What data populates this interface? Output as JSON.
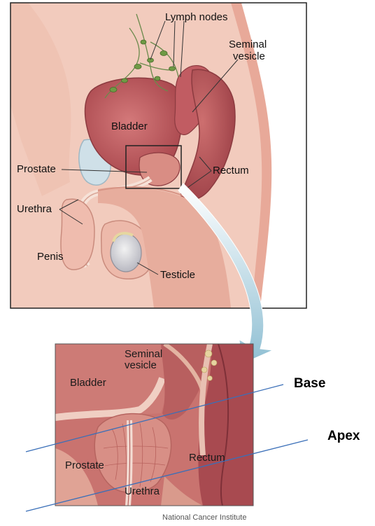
{
  "top_panel": {
    "labels": {
      "lymph_nodes": "Lymph nodes",
      "seminal_vesicle_line1": "Seminal",
      "seminal_vesicle_line2": "vesicle",
      "bladder": "Bladder",
      "prostate": "Prostate",
      "rectum": "Rectum",
      "urethra": "Urethra",
      "penis": "Penis",
      "testicle": "Testicle"
    }
  },
  "bottom_panel": {
    "labels": {
      "seminal_vesicle_line1": "Seminal",
      "seminal_vesicle_line2": "vesicle",
      "bladder": "Bladder",
      "prostate": "Prostate",
      "rectum": "Rectum",
      "urethra": "Urethra"
    }
  },
  "annotations": {
    "base": "Base",
    "apex": "Apex"
  },
  "credit": "National Cancer Institute",
  "colors": {
    "tissue_pink": "#e9b7a6",
    "tissue_light": "#f3d3c4",
    "organ_red": "#b9565a",
    "frame": "#222222",
    "annotation_line": "#3a6fb8",
    "arrow": "#9fc8d8"
  }
}
